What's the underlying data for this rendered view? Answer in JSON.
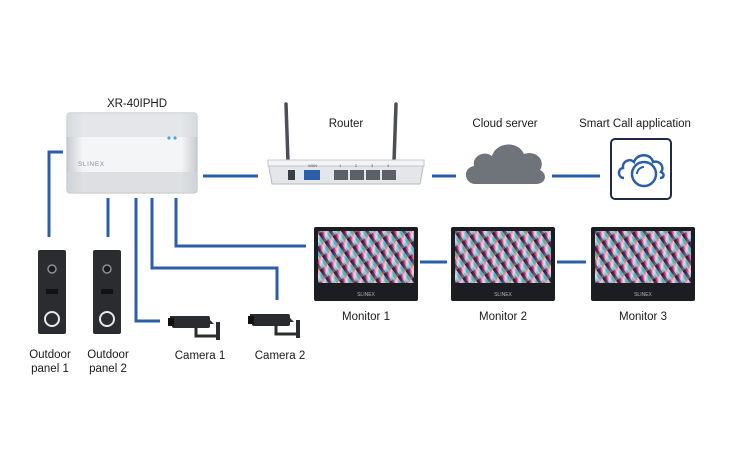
{
  "hub": {
    "label": "XR-40IPHD",
    "brand": "SLINEX"
  },
  "router": {
    "label": "Router",
    "port_wan": "WAN",
    "ports": [
      "1",
      "2",
      "3",
      "4"
    ]
  },
  "cloud": {
    "label": "Cloud server"
  },
  "app": {
    "label": "Smart Call application"
  },
  "outdoor_panels": [
    {
      "label": "Outdoor\npanel 1"
    },
    {
      "label": "Outdoor\npanel 2"
    }
  ],
  "cameras": [
    {
      "label": "Camera 1"
    },
    {
      "label": "Camera 2"
    }
  ],
  "monitors": [
    {
      "label": "Monitor 1",
      "brand": "SLINEX"
    },
    {
      "label": "Monitor 2",
      "brand": "SLINEX"
    },
    {
      "label": "Monitor 3",
      "brand": "SLINEX"
    }
  ],
  "colors": {
    "wire": "#2b5ea8",
    "hub": "#e6e8eb",
    "device_dark": "#2a2c30",
    "cloud": "#6f747b",
    "app_icon": "#2b5ea8"
  }
}
